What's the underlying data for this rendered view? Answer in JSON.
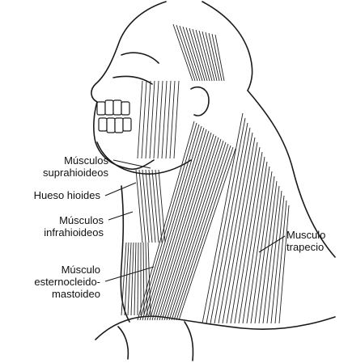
{
  "labels": {
    "suprahioideos": [
      "Músculos",
      "suprahioideos"
    ],
    "hioides": [
      "Hueso hioides"
    ],
    "infrahioideos": [
      "Músculos",
      "infrahioideos"
    ],
    "esternocleido": [
      "Músculo",
      "esternocleido-",
      "mastoideo"
    ],
    "trapecio": [
      "Musculo",
      "trapecio"
    ]
  },
  "colors": {
    "ink": "#1a1a1a",
    "background": "#ffffff"
  }
}
